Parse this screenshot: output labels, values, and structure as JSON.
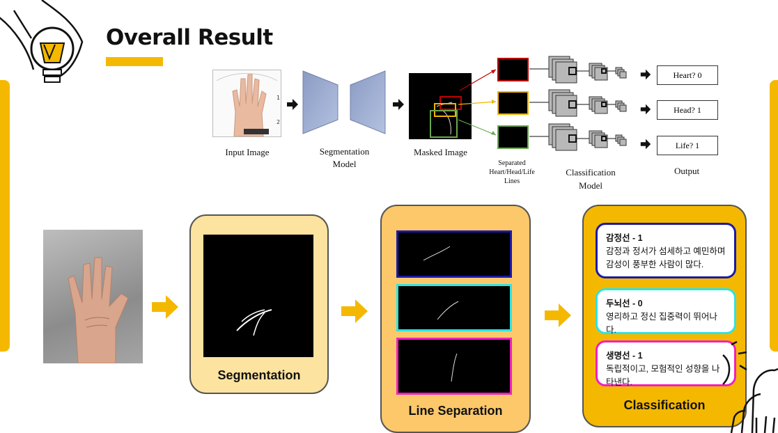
{
  "header": {
    "title": "Overall Result"
  },
  "diagram": {
    "input_label": "Input Image",
    "segmentation_label": "Segmentation Model",
    "masked_label": "Masked Image",
    "separated_label": "Separated Heart/Head/Life Lines",
    "classification_label": "Classification Model",
    "output_label": "Output",
    "outputs": [
      "Heart? 0",
      "Head? 1",
      "Life? 1"
    ],
    "colors": {
      "heart": "#c00000",
      "head": "#f0b400",
      "life": "#6aa84f"
    }
  },
  "pipeline": {
    "segmentation_label": "Segmentation",
    "line_separation_label": "Line Separation",
    "classification_label": "Classification",
    "strip_colors": [
      "#1a1aa8",
      "#2fe3e0",
      "#f020c0"
    ],
    "cards": [
      {
        "title": "감정선 - 1",
        "text": "감정과 정서가 섬세하고 예민하며 감성이 풍부한 사람이 많다.",
        "border": "#1a1aa8"
      },
      {
        "title": "두뇌선 - 0",
        "text": "영리하고 정신 집중력이 뛰어나다.",
        "border": "#2fe3e0"
      },
      {
        "title": "생명선 - 1",
        "text": "독립적이고, 모험적인 성향을 나타낸다.",
        "border": "#f020c0"
      }
    ]
  },
  "icons": {
    "bulb": "lightbulb-icon",
    "arrow": "arrow-right-icon",
    "hand": "hand-doodle-icon"
  }
}
